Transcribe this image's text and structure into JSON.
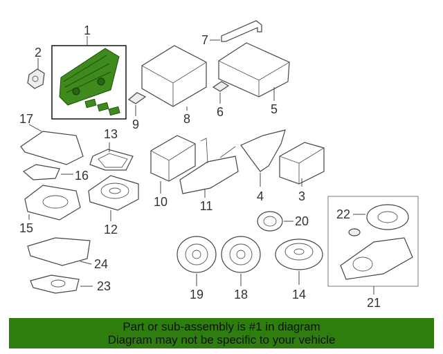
{
  "diagram": {
    "callouts": [
      "1",
      "2",
      "3",
      "4",
      "5",
      "6",
      "7",
      "8",
      "9",
      "10",
      "11",
      "12",
      "13",
      "14",
      "15",
      "16",
      "17",
      "18",
      "19",
      "20",
      "21",
      "22",
      "23",
      "24"
    ]
  },
  "highlight_color": "#3e8a1c",
  "footer": {
    "line1": "Part or sub-assembly is #1 in diagram",
    "line2": "Diagram may not be specific to your vehicle"
  }
}
